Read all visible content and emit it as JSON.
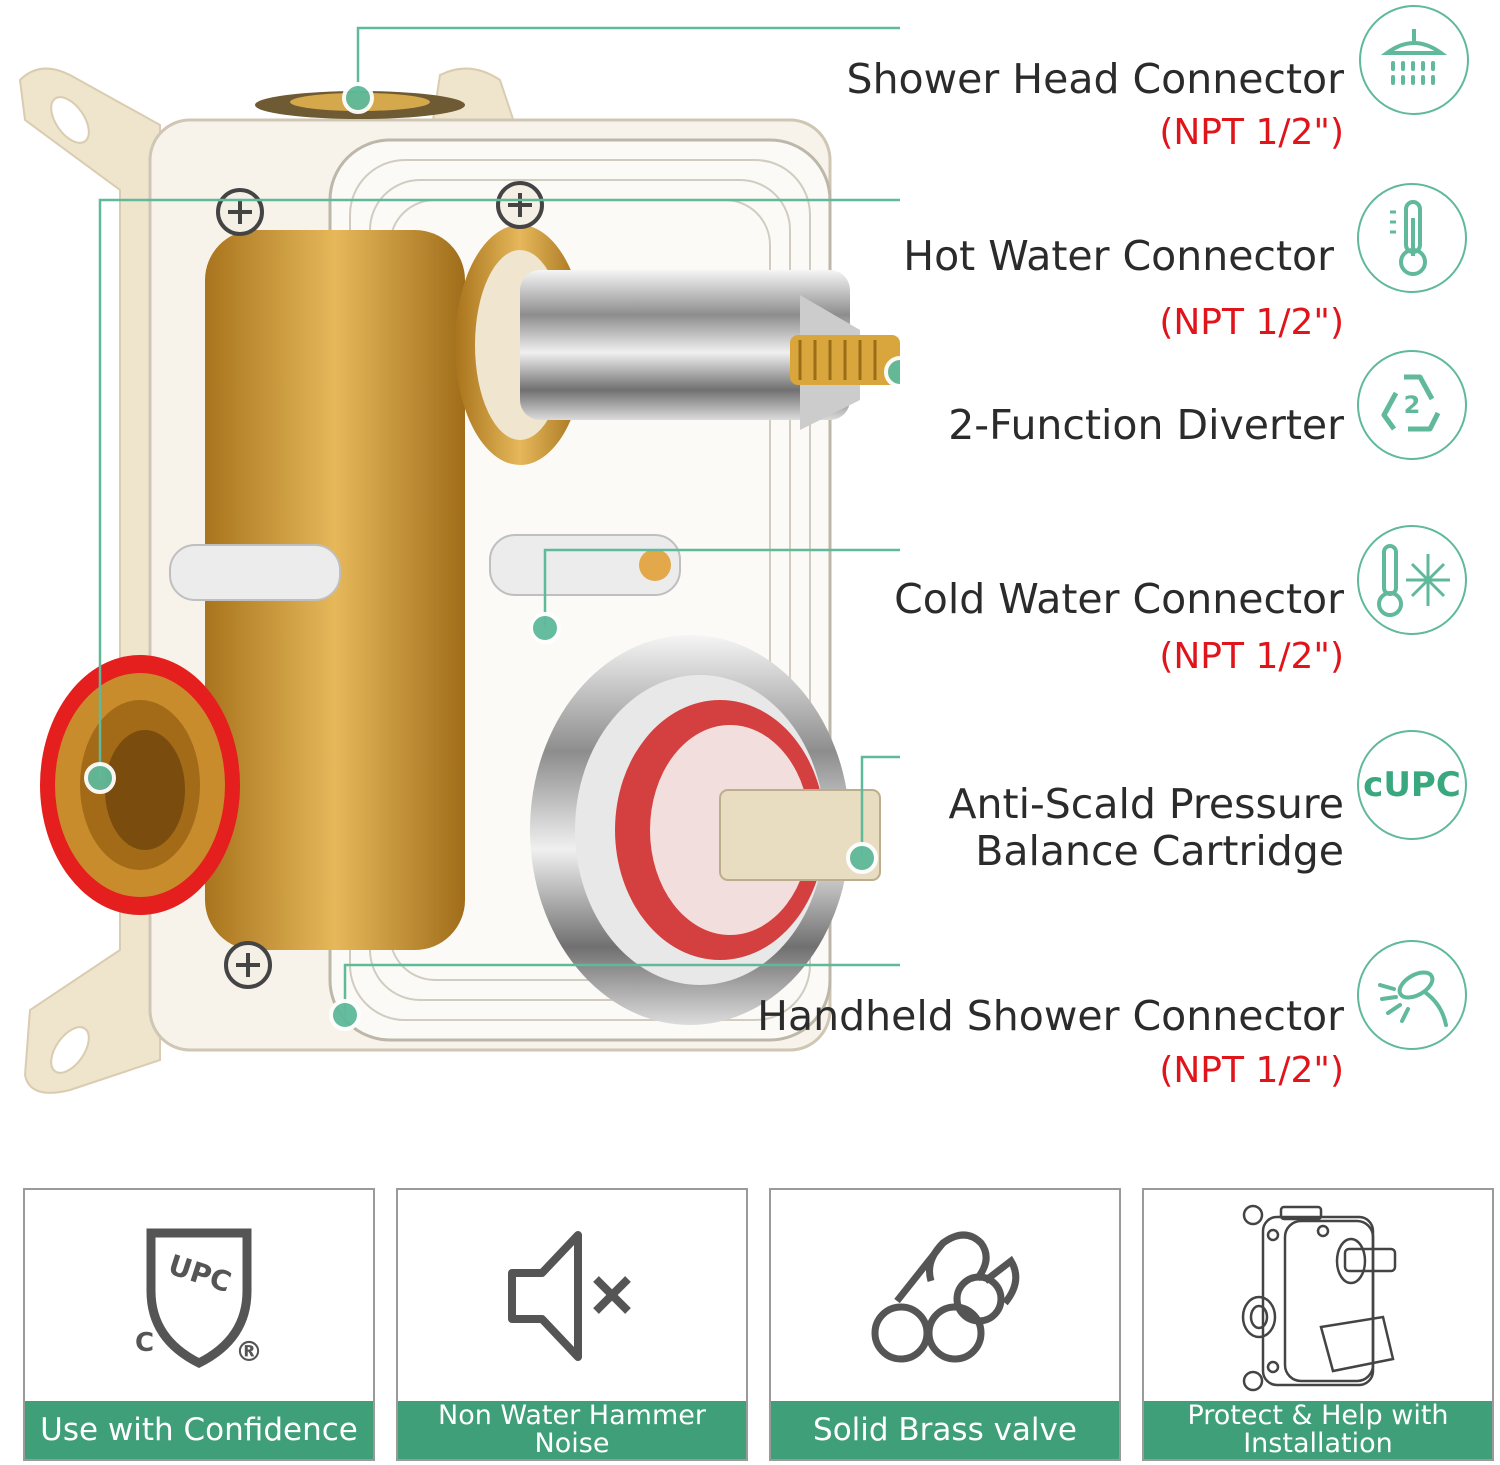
{
  "callouts": [
    {
      "id": "shower-head",
      "label": "Shower Head Connector",
      "spec": "(NPT 1/2\")",
      "icon": "shower-head-icon"
    },
    {
      "id": "hot-water",
      "label": "Hot Water Connector",
      "spec": "(NPT 1/2\")",
      "icon": "thermometer-icon"
    },
    {
      "id": "diverter",
      "label": "2-Function Diverter",
      "spec": "",
      "icon": "recycle-2-icon"
    },
    {
      "id": "cold-water",
      "label": "Cold Water Connector",
      "spec": "(NPT 1/2\")",
      "icon": "cold-thermometer-icon"
    },
    {
      "id": "cartridge",
      "label_line1": "Anti-Scald Pressure",
      "label_line2": "Balance Cartridge",
      "spec": "",
      "icon_text": "cUPC"
    },
    {
      "id": "handheld",
      "label": "Handheld Shower Connector",
      "spec": "(NPT 1/2\")",
      "icon": "handheld-shower-icon"
    }
  ],
  "features": [
    {
      "label": "Use with Confidence",
      "icon": "upc-shield-icon",
      "shield_text": "UPC",
      "c_mark": "C",
      "r_mark": "®"
    },
    {
      "label": "Non Water Hammer Noise",
      "icon": "muted-speaker-icon"
    },
    {
      "label": "Solid Brass valve",
      "icon": "brass-rods-icon"
    },
    {
      "label": "Protect & Help with Installation",
      "icon": "valve-box-sketch-icon"
    }
  ],
  "colors": {
    "accent": "#3e9f79",
    "line": "#5fb99a",
    "spec_red": "#e0141b",
    "brass": "#c99a3c",
    "box": "#efe4cc"
  }
}
